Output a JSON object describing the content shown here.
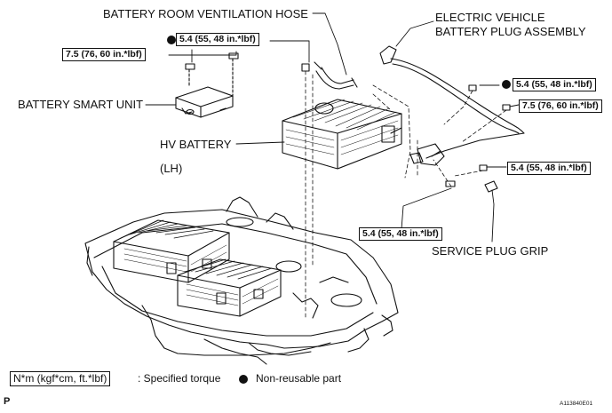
{
  "labels": {
    "battery_room_ventilation_hose": "BATTERY ROOM VENTILATION HOSE",
    "electric_vehicle_battery_plug_assembly_line1": "ELECTRIC VEHICLE",
    "electric_vehicle_battery_plug_assembly_line2": "BATTERY PLUG ASSEMBLY",
    "battery_smart_unit": "BATTERY SMART UNIT",
    "hv_battery": "HV BATTERY",
    "lh": "(LH)",
    "service_plug_grip": "SERVICE PLUG GRIP"
  },
  "torques": {
    "t1": "5.4 (55, 48 in.*lbf)",
    "t2": "7.5 (76, 60 in.*lbf)",
    "t3": "5.4 (55, 48 in.*lbf)",
    "t4": "7.5 (76, 60 in.*lbf)",
    "t5": "5.4 (55, 48 in.*lbf)",
    "t6": "5.4 (55, 48 in.*lbf)"
  },
  "legend": {
    "torque_box": "N*m (kgf*cm, ft.*lbf)",
    "torque_text": ": Specified torque",
    "nonreusable_text": "Non-reusable part"
  },
  "footer": {
    "page_mark": "P",
    "figure_id": "A113840E01"
  },
  "icons": [
    "non-reusable-dot-icon"
  ]
}
